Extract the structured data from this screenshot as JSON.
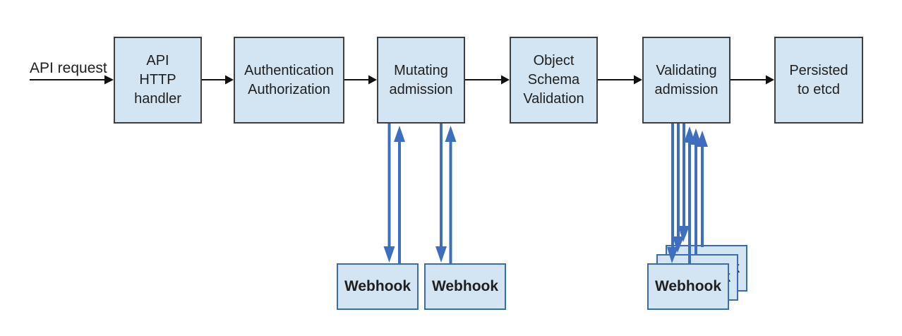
{
  "diagram": {
    "entry_label": "API request",
    "nodes": [
      {
        "id": "api-http-handler",
        "label": "API\nHTTP\nhandler"
      },
      {
        "id": "authn-authz",
        "label": "Authentication\nAuthorization"
      },
      {
        "id": "mutating-admission",
        "label": "Mutating\nadmission"
      },
      {
        "id": "object-schema-validation",
        "label": "Object\nSchema\nValidation"
      },
      {
        "id": "validating-admission",
        "label": "Validating\nadmission"
      },
      {
        "id": "persisted-to-etcd",
        "label": "Persisted\nto etcd"
      }
    ],
    "mutating_webhooks": [
      {
        "label": "Webhook"
      },
      {
        "label": "Webhook"
      }
    ],
    "validating_webhooks": [
      {
        "label": "Webhook"
      },
      {
        "label": "Webhook"
      },
      {
        "label": "Webhook"
      }
    ],
    "colors": {
      "node_fill": "#d3e4f2",
      "node_border": "#3f3f3f",
      "webhook_fill": "#d3e4f2",
      "webhook_border": "#3a6cae",
      "flow_arrow": "#111111",
      "webhook_arrow": "#3e6fbe",
      "text": "#1f1f1f",
      "background": "#ffffff"
    }
  }
}
